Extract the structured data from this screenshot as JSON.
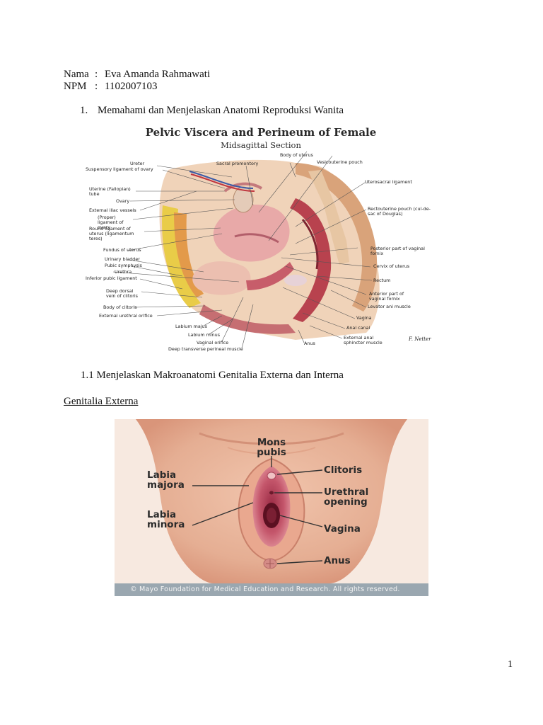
{
  "header": {
    "name_label": "Nama",
    "name_value": "Eva Amanda Rahmawati",
    "npm_label": "NPM",
    "npm_value": "1102007103",
    "separator": ":"
  },
  "section1": {
    "number": "1.",
    "title": "Memahami dan Menjelaskan Anatomi Reproduksi Wanita"
  },
  "figure1": {
    "title": "Pelvic Viscera and Perineum of Female",
    "subtitle": "Midsagittal Section",
    "signature": "F. Netter",
    "labels_left": [
      "Ureter",
      "Suspensory ligament of ovary",
      "Uterine (Fallopian) tube",
      "Ovary",
      "External iliac vessels",
      "(Proper) ligament of ovary",
      "Round ligament of uterus (ligamentum teres)",
      "Fundus of uterus",
      "Urinary bladder",
      "Pubic symphysis",
      "Urethra",
      "Inferior pubic ligament",
      "Deep dorsal vein of clitoris",
      "Body of clitoris",
      "External urethral orifice"
    ],
    "labels_top": [
      "Sacral promontory",
      "Body of uterus",
      "Vesicouterine pouch"
    ],
    "labels_right": [
      "Uterosacral ligament",
      "Rectouterine pouch (cul-de-sac of Douglas)",
      "Posterior part of vaginal fornix",
      "Cervix of uterus",
      "Rectum",
      "Anterior part of vaginal fornix",
      "Levator ani muscle",
      "Vagina",
      "Anal canal",
      "External anal sphincter muscle"
    ],
    "labels_bottom": [
      "Labium majus",
      "Labium minus",
      "Vaginal orifice",
      "Deep transverse perineal muscle",
      "Anus"
    ]
  },
  "section1_1": {
    "title": "1.1 Menjelaskan Makroanatomi Genitalia Externa dan Interna"
  },
  "subheading": "Genitalia Externa",
  "figure2": {
    "labels": {
      "mons_pubis": "Mons pubis",
      "labia_majora": "Labia majora",
      "labia_minora": "Labia minora",
      "clitoris": "Clitoris",
      "urethral_opening": "Urethral opening",
      "vagina": "Vagina",
      "anus": "Anus"
    },
    "copyright": "© Mayo Foundation for Medical Education and Research.  All rights reserved.",
    "colors": {
      "skin": "#e9b59c",
      "tissue": "#c4566b",
      "footer": "#9aa7b0"
    }
  },
  "page_number": "1"
}
